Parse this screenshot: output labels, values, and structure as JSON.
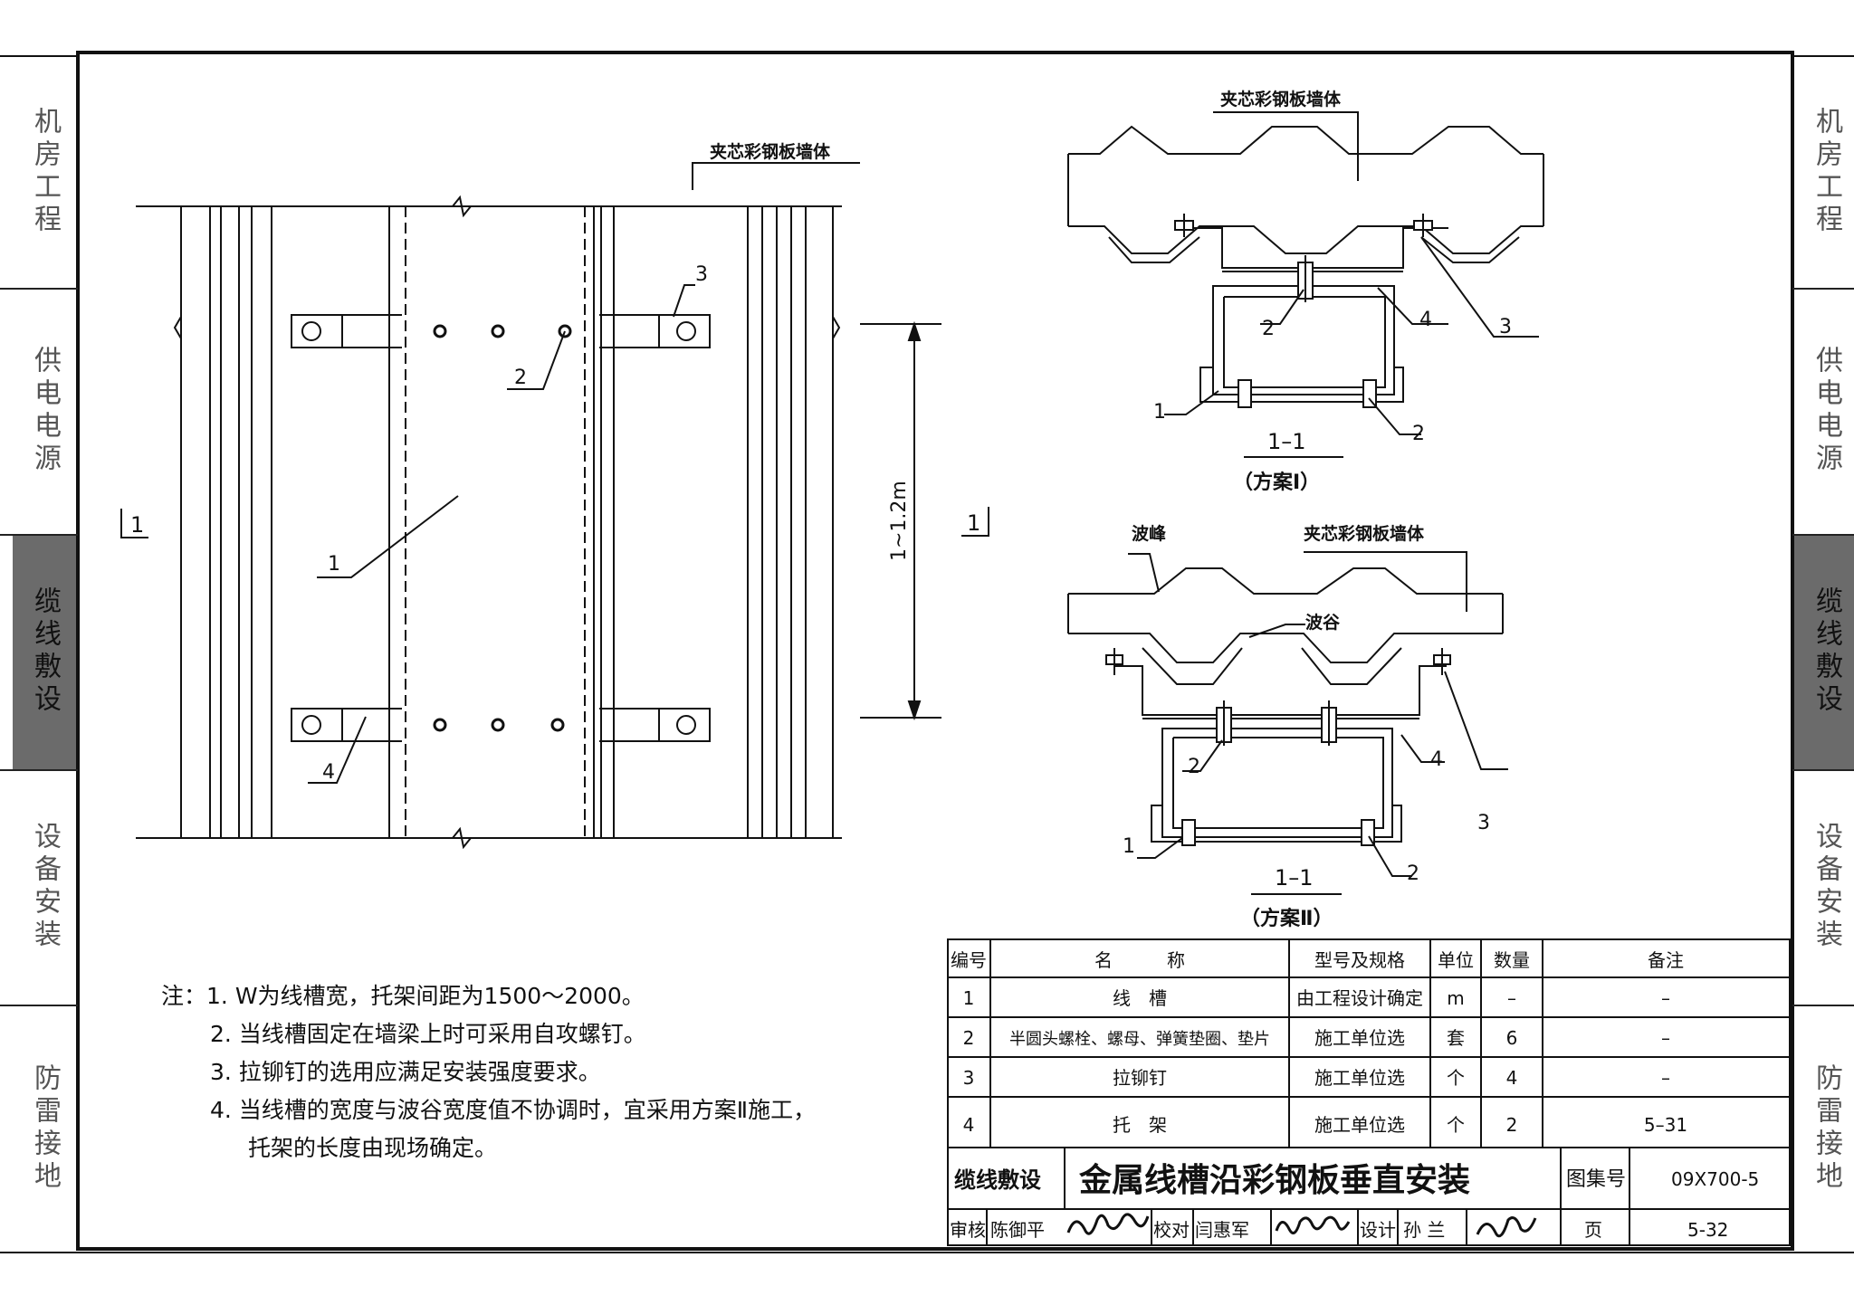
{
  "side_tabs_left": [
    {
      "label": "机房工程",
      "active": false
    },
    {
      "label": "供电电源",
      "active": false
    },
    {
      "label": "缆线敷设",
      "active": true
    },
    {
      "label": "设备安装",
      "active": false
    },
    {
      "label": "防雷接地",
      "active": false
    }
  ],
  "side_tabs_right": [
    {
      "label": "机房工程",
      "active": false
    },
    {
      "label": "供电电源",
      "active": false
    },
    {
      "label": "缆线敷设",
      "active": true
    },
    {
      "label": "设备安装",
      "active": false
    },
    {
      "label": "防雷接地",
      "active": false
    }
  ],
  "elevation": {
    "wall_label": "夹芯彩钢板墙体",
    "section_mark": "1",
    "dimension": "1~1.2m",
    "callouts": [
      "1",
      "2",
      "3",
      "4"
    ]
  },
  "section_one": {
    "wall_label": "夹芯彩钢板墙体",
    "callouts": [
      "1",
      "2",
      "3",
      "4",
      "2"
    ],
    "title": "1–1",
    "subtitle": "（方案Ⅰ）"
  },
  "section_two": {
    "crest_label": "波峰",
    "trough_label": "波谷",
    "wall_label": "夹芯彩钢板墙体",
    "callouts": [
      "1",
      "2",
      "3",
      "4",
      "2"
    ],
    "title": "1–1",
    "subtitle": "（方案Ⅱ）"
  },
  "notes": {
    "prefix": "注：",
    "items": [
      "1. W为线槽宽，托架间距为1500～2000。",
      "2. 当线槽固定在墙梁上时可采用自攻螺钉。",
      "3. 拉铆钉的选用应满足安装强度要求。",
      "4. 当线槽的宽度与波谷宽度值不协调时，宜采用方案Ⅱ施工，",
      "托架的长度由现场确定。"
    ]
  },
  "materials_table": {
    "headers": [
      "编号",
      "名　　　称",
      "型号及规格",
      "单位",
      "数量",
      "备注"
    ],
    "rows": [
      [
        "1",
        "线　槽",
        "由工程设计确定",
        "m",
        "–",
        "–"
      ],
      [
        "2",
        "半圆头螺栓、螺母、弹簧垫圈、垫片",
        "施工单位选",
        "套",
        "6",
        "–"
      ],
      [
        "3",
        "拉铆钉",
        "施工单位选",
        "个",
        "4",
        "–"
      ],
      [
        "4",
        "托　架",
        "施工单位选",
        "个",
        "2",
        "5–31"
      ]
    ]
  },
  "title_block": {
    "category": "缆线敷设",
    "title": "金属线槽沿彩钢板垂直安装",
    "atlas_label": "图集号",
    "atlas_no": "09X700-5",
    "review_label": "审核",
    "reviewer": "陈御平",
    "check_label": "校对",
    "checker": "闫惠军",
    "design_label": "设计",
    "designer": "孙 兰",
    "page_label": "页",
    "page_no": "5-32"
  }
}
